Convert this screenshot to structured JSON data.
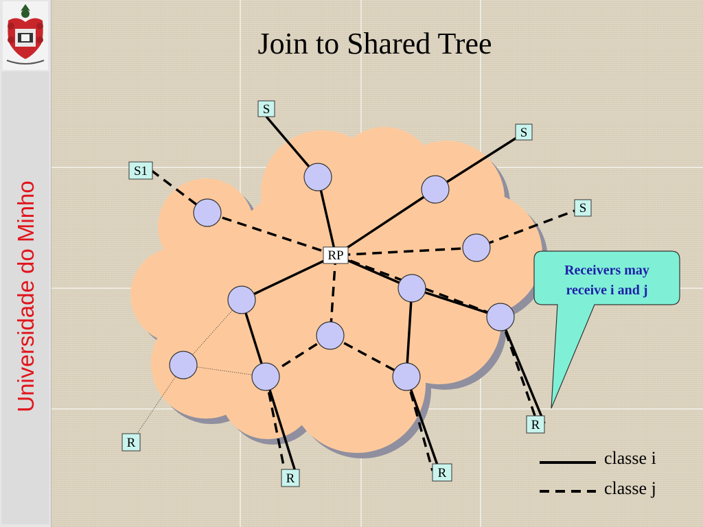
{
  "slide": {
    "title": "Join to Shared Tree",
    "institution": "Universidade do Minho"
  },
  "diagram": {
    "rp_label": "RP",
    "source_labels": [
      "S",
      "S",
      "S1",
      "S"
    ],
    "receiver_labels": [
      "R",
      "R",
      "R",
      "R"
    ],
    "callout": {
      "line1": "Receivers may",
      "line2": "receive i and  j"
    },
    "legend": [
      {
        "label": "classe i",
        "style": "solid"
      },
      {
        "label": "classe j",
        "style": "dashed"
      }
    ]
  },
  "colors": {
    "cloud_fill": "#fdc99c",
    "cloud_shadow": "#8f8f9f",
    "router_fill": "#c8c8f8",
    "callout_fill": "#7ff0d6",
    "institution_text": "#e0151b",
    "callout_text": "#1f1fa8"
  }
}
